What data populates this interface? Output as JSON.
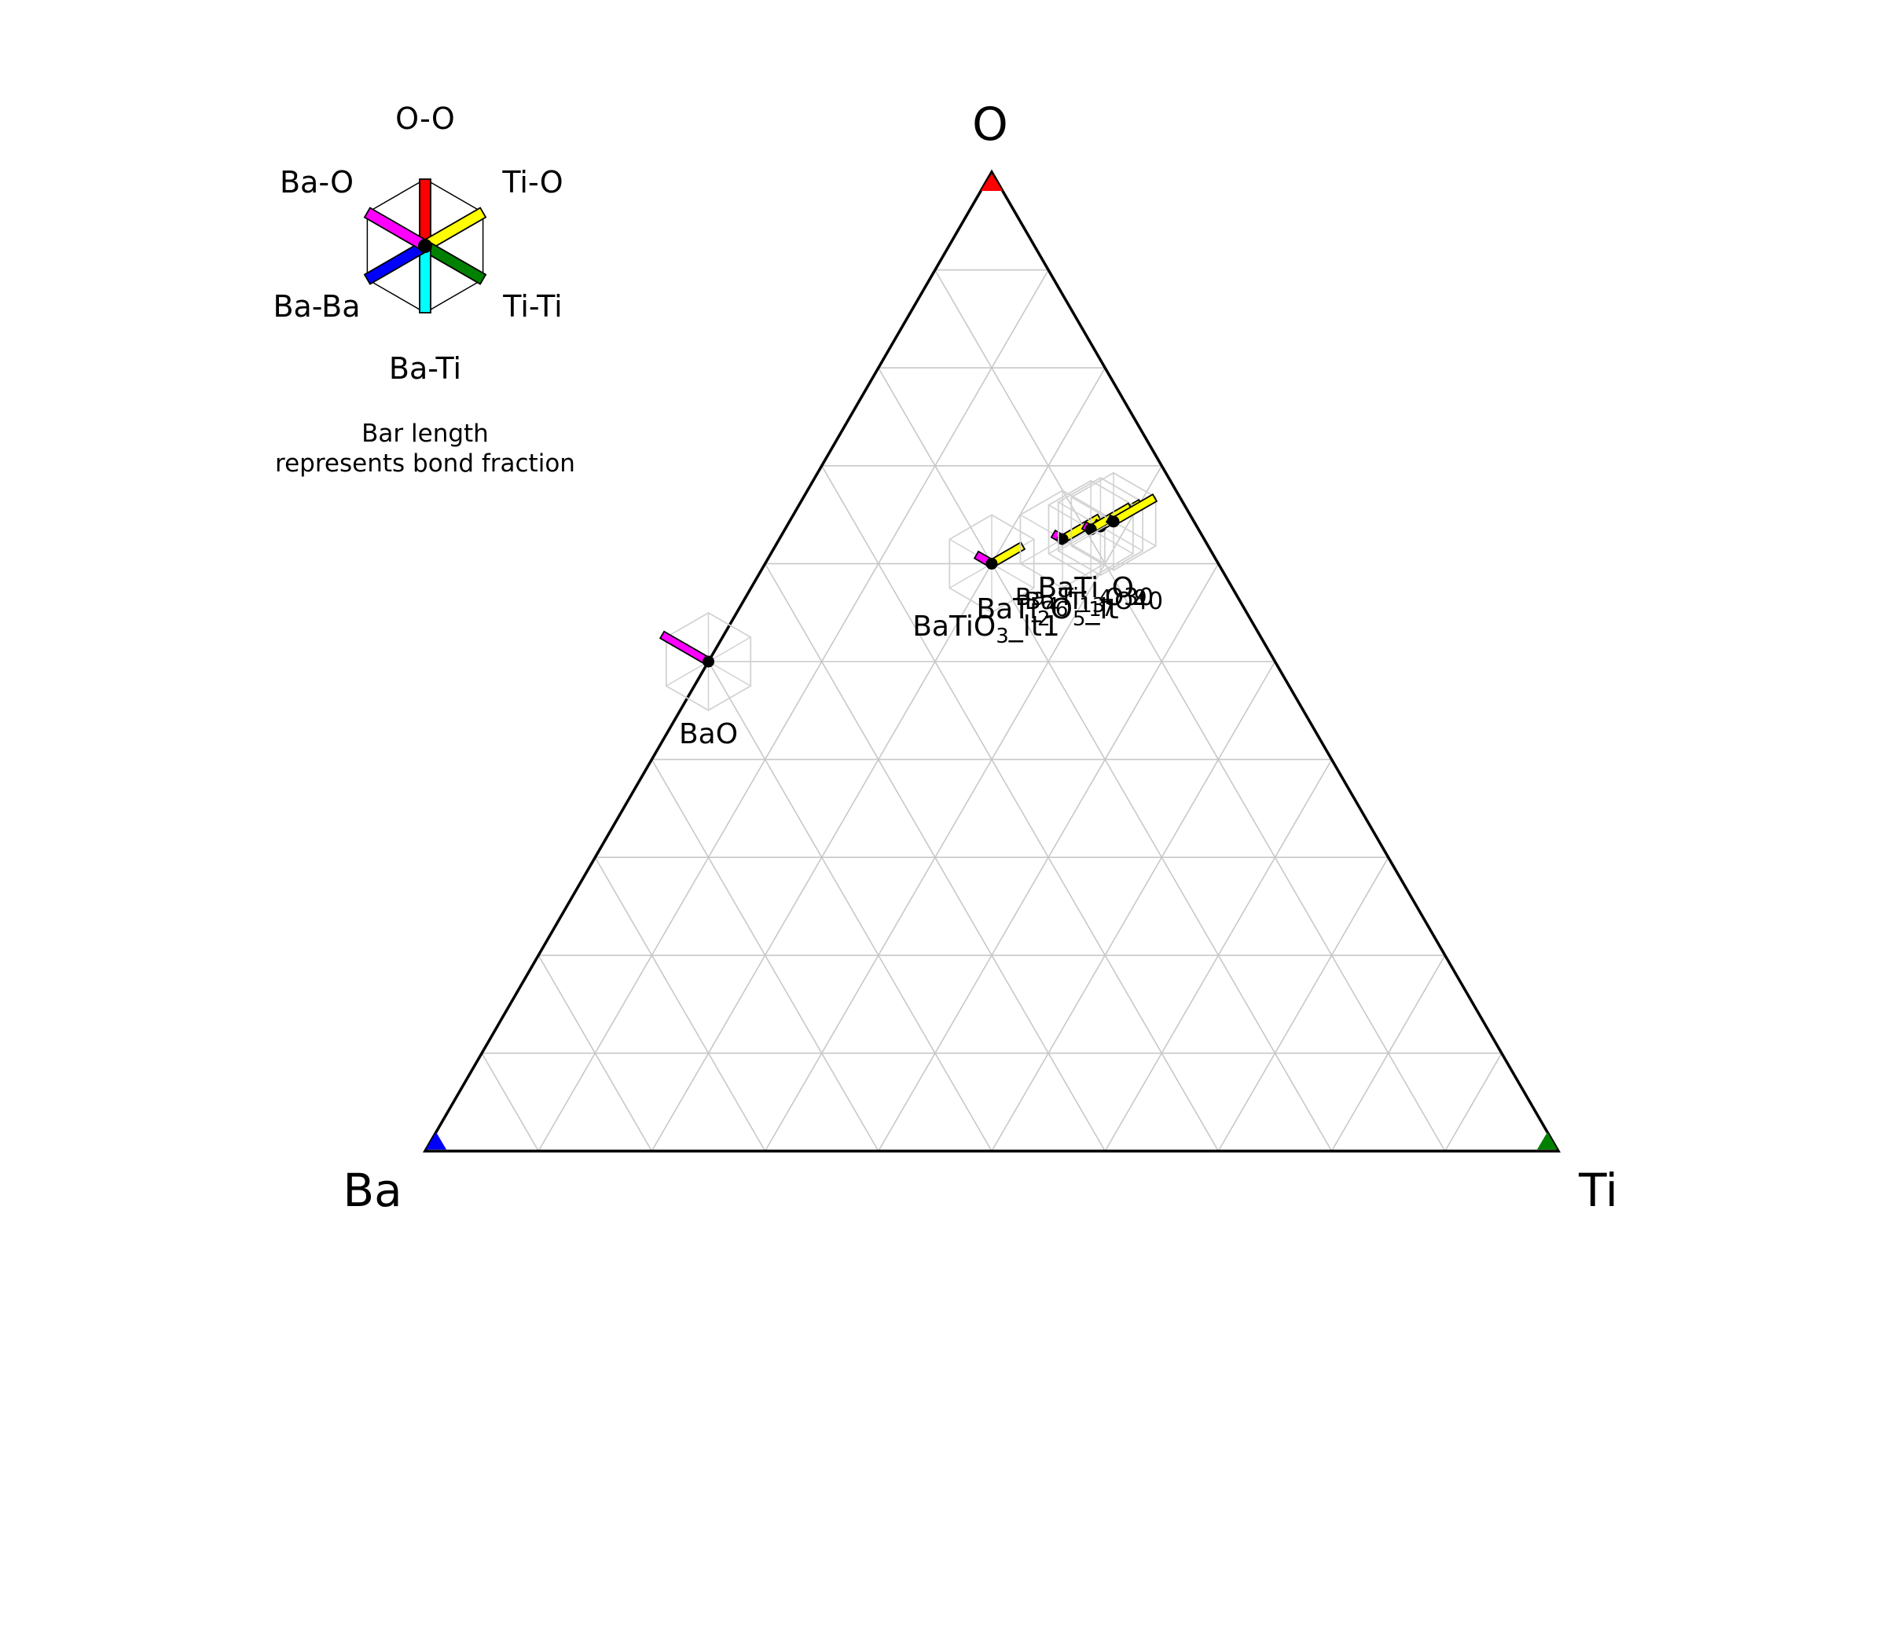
{
  "chart_data": {
    "type": "ternary",
    "vertices": {
      "top": "O",
      "left": "Ba",
      "right": "Ti"
    },
    "vertex_marker_colors": {
      "top": "#ff0000",
      "left": "#0000ff",
      "right": "#008000"
    },
    "grid": true,
    "grid_divisions": 10,
    "legend": {
      "placement": "top-left",
      "bond_types": [
        {
          "name": "O-O",
          "color": "#ff0000",
          "direction": "up"
        },
        {
          "name": "Ti-O",
          "color": "#ffff00",
          "direction": "upper-right"
        },
        {
          "name": "Ti-Ti",
          "color": "#008000",
          "direction": "lower-right"
        },
        {
          "name": "Ba-Ti",
          "color": "#00ffff",
          "direction": "down"
        },
        {
          "name": "Ba-Ba",
          "color": "#0000ff",
          "direction": "lower-left"
        },
        {
          "name": "Ba-O",
          "color": "#ff00ff",
          "direction": "upper-left"
        }
      ],
      "note_line1": "Bar length",
      "note_line2": "represents bond fraction"
    },
    "points": [
      {
        "name": "BaO",
        "label": "BaO",
        "Ba": 0.5,
        "Ti": 0.0,
        "O": 0.5,
        "bonds": {
          "O-O": 0,
          "Ti-O": 0,
          "Ti-Ti": 0,
          "Ba-Ti": 0,
          "Ba-Ba": 0,
          "Ba-O": 1.0
        }
      },
      {
        "name": "BaTiO3_lt1",
        "label_main": "BaTiO",
        "label_sub": "3",
        "label_tail": "_lt1",
        "Ba": 0.2,
        "Ti": 0.2,
        "O": 0.6,
        "bonds": {
          "O-O": 0,
          "Ti-O": 0.67,
          "Ti-Ti": 0,
          "Ba-Ti": 0,
          "Ba-Ba": 0,
          "Ba-O": 0.33
        }
      },
      {
        "name": "BaTi2O5_lt",
        "label_main": "BaTi",
        "label_sub": "2",
        "label_mid": "O",
        "label_sub2": "5",
        "label_tail": "_lt",
        "Ba": 0.125,
        "Ti": 0.25,
        "O": 0.625,
        "bonds": {
          "O-O": 0,
          "Ti-O": 0.8,
          "Ti-Ti": 0,
          "Ba-Ti": 0,
          "Ba-Ba": 0,
          "Ba-O": 0.2
        }
      },
      {
        "name": "Ba4Ti13O30",
        "label_main": "Ba",
        "label_sub": "4",
        "label_mid": "Ti",
        "label_sub2": "13",
        "label_tail": "O30",
        "Ba": 0.085,
        "Ti": 0.277,
        "O": 0.638,
        "bonds": {
          "O-O": 0,
          "Ti-O": 0.87,
          "Ti-Ti": 0,
          "Ba-Ti": 0,
          "Ba-Ba": 0,
          "Ba-O": 0.13
        }
      },
      {
        "name": "Ba6Ti17O40",
        "label_main": "Ba",
        "label_sub": "6",
        "label_mid": "Ti",
        "label_sub2": "17",
        "label_tail": "O40",
        "Ba": 0.095,
        "Ti": 0.27,
        "O": 0.635,
        "bonds": {
          "O-O": 0,
          "Ti-O": 0.85,
          "Ti-Ti": 0,
          "Ba-Ti": 0,
          "Ba-Ba": 0,
          "Ba-O": 0.15
        }
      },
      {
        "name": "BaTi4O9",
        "label_main": "BaTi",
        "label_sub": "4",
        "label_mid": "O",
        "label_sub2": "9",
        "label_tail": "",
        "Ba": 0.071,
        "Ti": 0.286,
        "O": 0.643,
        "bonds": {
          "O-O": 0,
          "Ti-O": 0.89,
          "Ti-Ti": 0,
          "Ba-Ti": 0,
          "Ba-Ba": 0,
          "Ba-O": 0.11
        }
      }
    ]
  }
}
